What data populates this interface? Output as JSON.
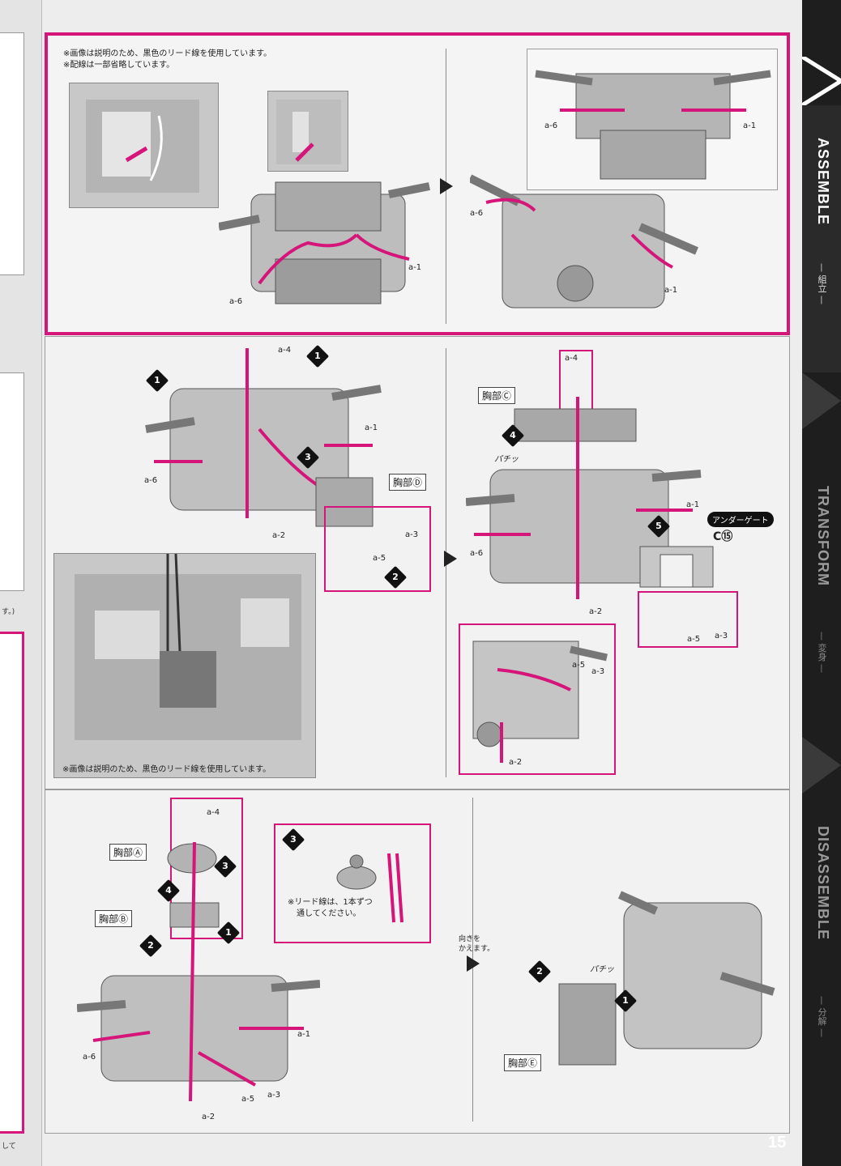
{
  "sidebar": {
    "sections": [
      {
        "title": "ASSEMBLE",
        "subtitle": "— 組立 —",
        "active": true
      },
      {
        "title": "TRANSFORM",
        "subtitle": "— 変身 —",
        "active": false
      },
      {
        "title": "DISASSEMBLE",
        "subtitle": "— 分解 —",
        "active": false
      }
    ]
  },
  "page_number": "15",
  "left_sliver": {
    "text1": "す。)",
    "text2": "して"
  },
  "panel1": {
    "note1": "※画像は説明のため、黒色のリード線を使用しています。",
    "note2": "※配線は一部省略しています。",
    "labels": {
      "a6_left": "a-6",
      "a1_left": "a-1",
      "a6_mid": "a-6",
      "a1_mid": "a-1",
      "a6_inset": "a-6",
      "a1_inset": "a-1"
    }
  },
  "panel2": {
    "photo_note": "※画像は説明のため、黒色のリード線を使用しています。",
    "left": {
      "labels": {
        "a4": "a-4",
        "a1": "a-1",
        "a6": "a-6",
        "a2": "a-2",
        "a3": "a-3",
        "a5": "a-5"
      },
      "part": "胸部Ⓓ",
      "steps": [
        "1",
        "1",
        "3",
        "2"
      ]
    },
    "right": {
      "part": "胸部Ⓒ",
      "fit_label": "パチッ",
      "gate": "アンダーゲート",
      "gate_code": "C⑮",
      "labels": {
        "a4": "a-4",
        "a1": "a-1",
        "a6": "a-6",
        "a2": "a-2",
        "a3": "a-3",
        "a5": "a-5",
        "a5b": "a-5",
        "a3b": "a-3",
        "a2b": "a-2"
      },
      "steps": [
        "4",
        "5"
      ]
    }
  },
  "panel3": {
    "left": {
      "part_a": "胸部Ⓐ",
      "part_b": "胸部Ⓑ",
      "labels": {
        "a4": "a-4",
        "a1": "a-1",
        "a6": "a-6",
        "a5": "a-5",
        "a3": "a-3",
        "a2": "a-2"
      },
      "steps": [
        "3",
        "4",
        "1",
        "2"
      ]
    },
    "detail": {
      "step": "3",
      "note1": "※リード線は、1本ずつ",
      "note2": "通してください。"
    },
    "orient_note1": "向きを",
    "orient_note2": "かえます。",
    "right": {
      "part": "胸部Ⓔ",
      "fit_label": "パチッ",
      "steps": [
        "2",
        "1"
      ]
    }
  },
  "colors": {
    "accent": "#d6157a",
    "sidebar": "#1e1e1e",
    "page": "#ededed"
  }
}
